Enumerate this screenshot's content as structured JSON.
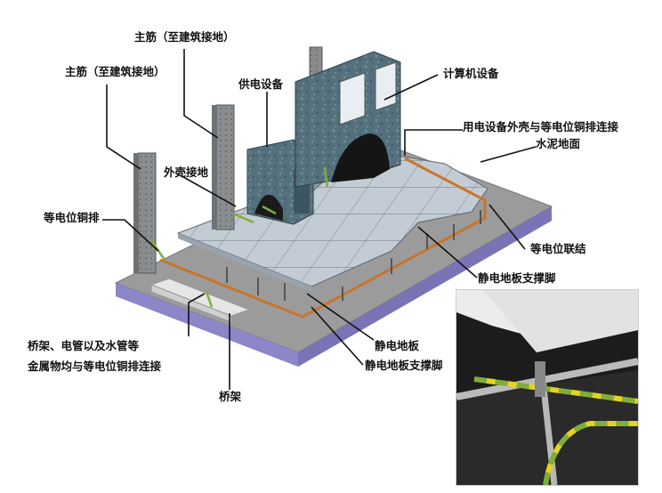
{
  "labels": {
    "main_bar_top": "主筋（至建筑接地）",
    "main_bar_left": "主筋（至建筑接地）",
    "power_equipment": "供电设备",
    "computer_equipment": "计算机设备",
    "enclosure_connection": "用电设备外壳与等电位铜排连接",
    "cement_floor": "水泥地面",
    "shell_grounding": "外壳接地",
    "equipotential_busbar": "等电位铜排",
    "equipotential_bonding": "等电位联结",
    "floor_support": "静电地板支撑脚",
    "metal_bonding_line1": "桥架、电管以及水管等",
    "metal_bonding_line2": "金属物均与等电位铜排连接",
    "antistatic_floor": "静电地板",
    "floor_support_2": "静电地板支撑脚",
    "cable_tray": "桥架"
  },
  "colors": {
    "slab_top": "#9b9b9b",
    "slab_side": "#8d86c9",
    "floor_panel": "#bcc6d0",
    "cabinet": "#4f6b78",
    "copper": "#c8752a",
    "green_yellow": "#7fae3a"
  }
}
